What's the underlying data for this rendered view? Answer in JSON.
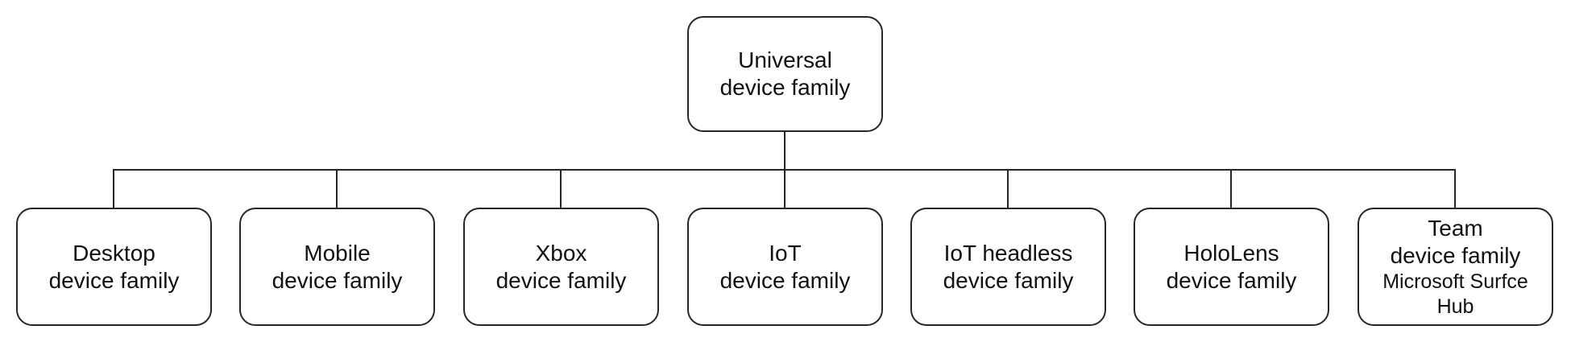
{
  "diagram": {
    "type": "hierarchy-tree",
    "colors": {
      "line": "#262626",
      "text": "#111111",
      "background": "#ffffff"
    },
    "root": {
      "id": "universal",
      "lines": [
        "Universal",
        "device family"
      ]
    },
    "children": [
      {
        "id": "desktop",
        "lines": [
          "Desktop",
          "device family"
        ]
      },
      {
        "id": "mobile",
        "lines": [
          "Mobile",
          "device family"
        ]
      },
      {
        "id": "xbox",
        "lines": [
          "Xbox",
          "device family"
        ]
      },
      {
        "id": "iot",
        "lines": [
          "IoT",
          "device family"
        ]
      },
      {
        "id": "iot-headless",
        "lines": [
          "IoT headless",
          "device family"
        ]
      },
      {
        "id": "hololens",
        "lines": [
          "HoloLens",
          "device family"
        ]
      },
      {
        "id": "team",
        "lines": [
          "Team",
          "device family"
        ],
        "sub_lines": [
          "Microsoft Surfce",
          "Hub"
        ]
      }
    ]
  }
}
